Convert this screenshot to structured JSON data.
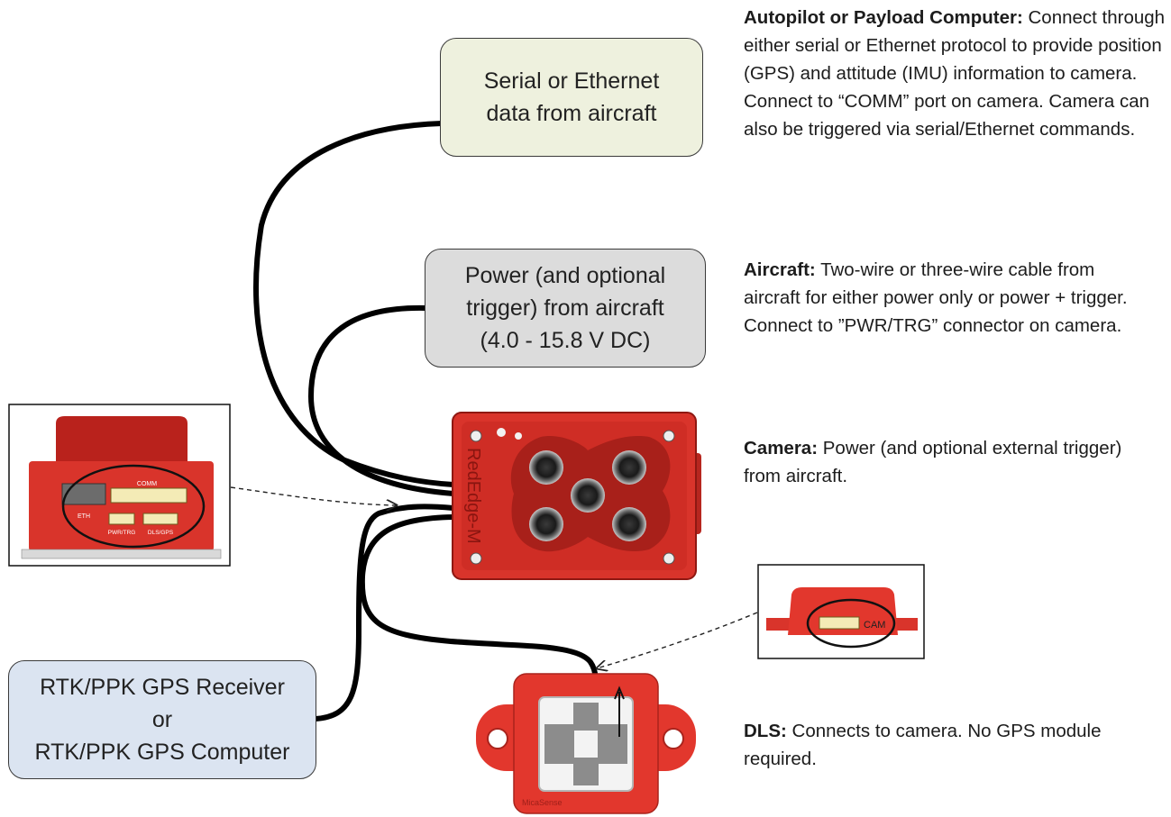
{
  "boxes": {
    "serial": {
      "lines": [
        "Serial or Ethernet",
        "data from aircraft"
      ],
      "fill": "#eef1de"
    },
    "power": {
      "lines": [
        "Power (and optional",
        "trigger) from aircraft",
        "(4.0 - 15.8 V DC)"
      ],
      "fill": "#dcdcdc"
    },
    "gps": {
      "lines": [
        "RTK/PPK GPS Receiver",
        "or",
        "RTK/PPK GPS Computer"
      ],
      "fill": "#dbe4f1"
    }
  },
  "descriptions": {
    "autopilot": {
      "heading": "Autopilot or Payload Computer:",
      "text": "Connect through either serial or Ethernet protocol to provide position (GPS) and attitude (IMU) information to camera. Connect to “COMM” port on camera. Camera can also be triggered via serial/Ethernet commands."
    },
    "aircraft": {
      "heading": "Aircraft:",
      "text": "Two-wire or three-wire cable from aircraft for either power only or power + trigger. Connect to ”PWR/TRG” connector on camera."
    },
    "camera": {
      "heading": "Camera:",
      "text": "Power (and optional external trigger) from aircraft."
    },
    "dls": {
      "heading": "DLS:",
      "text": "Connects to camera. No GPS module required."
    }
  },
  "camera_label": "RedEdge-M",
  "port_labels": {
    "comm": "COMM",
    "pwr_trg": "PWR/TRG",
    "dls_gps": "DLS/GPS",
    "eth": "ETH",
    "cam": "CAM"
  },
  "dls_brand": "MicaSense",
  "colors": {
    "device_red": "#d9342b",
    "cable": "#000000"
  }
}
